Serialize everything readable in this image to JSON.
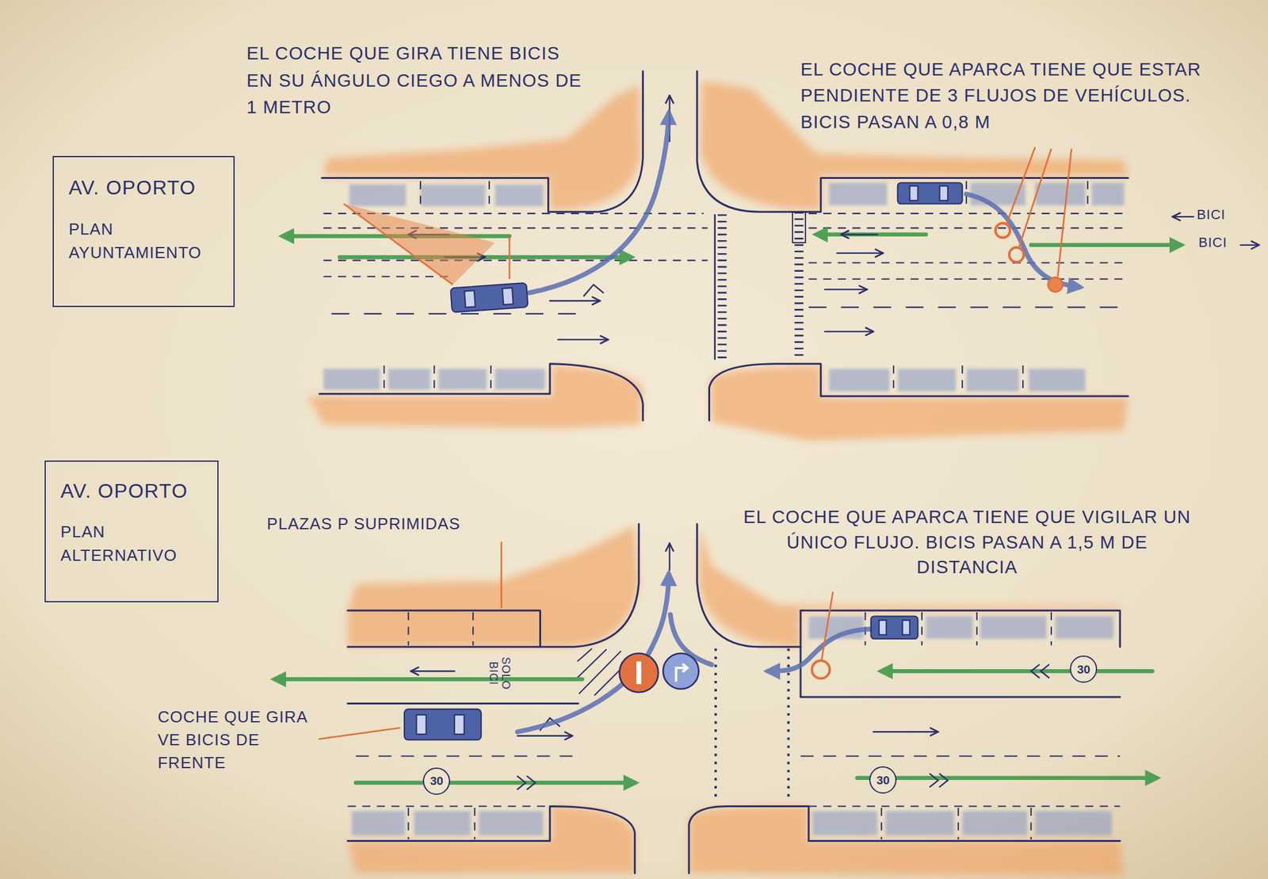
{
  "diagram": {
    "nodes": [
      {
        "text": [
          "AV. OPORTO",
          "PLAN AYUNTAMIENTO"
        ]
      },
      {
        "text": [
          "AV. OPORTO",
          "PLAN ALTERNATIVO"
        ]
      },
      {
        "text": [
          "30"
        ]
      },
      {
        "text": [
          "30"
        ]
      },
      {
        "text": [
          "30"
        ]
      }
    ],
    "labels": [
      "EL COCHE QUE GIRA TIENE BICIS EN SU ÁNGULO CIEGO A MENOS DE 1 METRO",
      "EL COCHE QUE APARCA TIENE QUE ESTAR PENDIENTE DE 3 FLUJOS DE VEHÍCULOS. BICIS PASAN A 0,8 M",
      "BICI",
      "BICI",
      "PLAZAS P SUPRIMIDAS",
      "EL COCHE QUE APARCA TIENE QUE VIGILAR UN ÚNICO FLUJO. BICIS PASAN A 1,5 M DE DISTANCIA",
      "SOLO BICI",
      "COCHE QUE GIRA VE BICIS DE FRENTE"
    ]
  }
}
